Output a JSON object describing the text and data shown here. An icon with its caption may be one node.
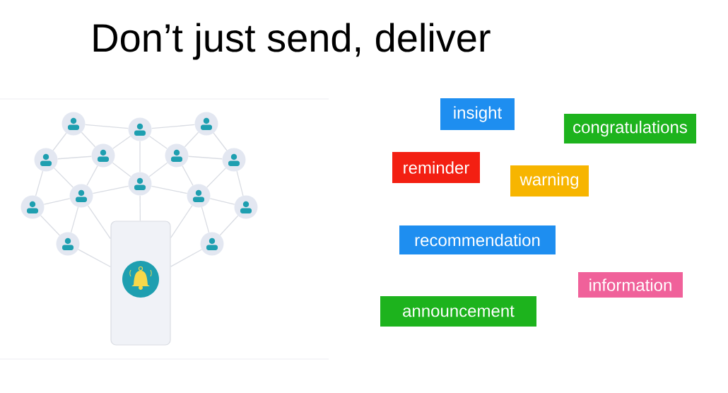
{
  "diagram": {
    "title": "Don’t just send, deliver",
    "nodes": [
      {
        "text": [],
        "shape": "person"
      },
      {
        "text": [],
        "shape": "person"
      },
      {
        "text": [],
        "shape": "person"
      },
      {
        "text": [],
        "shape": "person"
      },
      {
        "text": [],
        "shape": "person"
      },
      {
        "text": [],
        "shape": "person"
      },
      {
        "text": [],
        "shape": "person"
      },
      {
        "text": [],
        "shape": "person"
      },
      {
        "text": [],
        "shape": "person"
      },
      {
        "text": [],
        "shape": "person"
      },
      {
        "text": [],
        "shape": "person"
      },
      {
        "text": [],
        "shape": "person"
      },
      {
        "text": [],
        "shape": "person"
      },
      {
        "text": [],
        "shape": "person"
      },
      {
        "text": [],
        "shape": "picture"
      },
      {
        "text": [
          "insight"
        ]
      },
      {
        "text": [
          "congratulations"
        ]
      },
      {
        "text": [
          "reminder"
        ]
      },
      {
        "text": [
          "warning"
        ]
      },
      {
        "text": [
          "recommendation"
        ]
      },
      {
        "text": [
          "information"
        ]
      },
      {
        "text": [
          "announcement"
        ]
      }
    ],
    "edges": [
      {
        "from": 0,
        "to": 1,
        "arrow": "none"
      },
      {
        "from": 1,
        "to": 2,
        "arrow": "none"
      },
      {
        "from": 0,
        "to": 3,
        "arrow": "none"
      },
      {
        "from": 0,
        "to": 4,
        "arrow": "none"
      },
      {
        "from": 1,
        "to": 4,
        "arrow": "none"
      },
      {
        "from": 1,
        "to": 5,
        "arrow": "none"
      },
      {
        "from": 1,
        "to": 7,
        "arrow": "none"
      },
      {
        "from": 2,
        "to": 5,
        "arrow": "none"
      },
      {
        "from": 2,
        "to": 6,
        "arrow": "none"
      },
      {
        "from": 3,
        "to": 4,
        "arrow": "none"
      },
      {
        "from": 3,
        "to": 10,
        "arrow": "none"
      },
      {
        "from": 3,
        "to": 8,
        "arrow": "none"
      },
      {
        "from": 4,
        "to": 8,
        "arrow": "none"
      },
      {
        "from": 4,
        "to": 7,
        "arrow": "none"
      },
      {
        "from": 5,
        "to": 7,
        "arrow": "none"
      },
      {
        "from": 5,
        "to": 6,
        "arrow": "none"
      },
      {
        "from": 5,
        "to": 9,
        "arrow": "none"
      },
      {
        "from": 6,
        "to": 9,
        "arrow": "none"
      },
      {
        "from": 6,
        "to": 11,
        "arrow": "none"
      },
      {
        "from": 7,
        "to": 8,
        "arrow": "none"
      },
      {
        "from": 7,
        "to": 9,
        "arrow": "none"
      },
      {
        "from": 7,
        "to": 14,
        "arrow": "none"
      },
      {
        "from": 8,
        "to": 10,
        "arrow": "none"
      },
      {
        "from": 8,
        "to": 12,
        "arrow": "none"
      },
      {
        "from": 8,
        "to": 14,
        "arrow": "none"
      },
      {
        "from": 9,
        "to": 13,
        "arrow": "none"
      },
      {
        "from": 9,
        "to": 14,
        "arrow": "none"
      },
      {
        "from": 9,
        "to": 11,
        "arrow": "none"
      },
      {
        "from": 10,
        "to": 12,
        "arrow": "none"
      },
      {
        "from": 11,
        "to": 13,
        "arrow": "none"
      },
      {
        "from": 12,
        "to": 14,
        "arrow": "none"
      },
      {
        "from": 13,
        "to": 14,
        "arrow": "none"
      }
    ]
  }
}
